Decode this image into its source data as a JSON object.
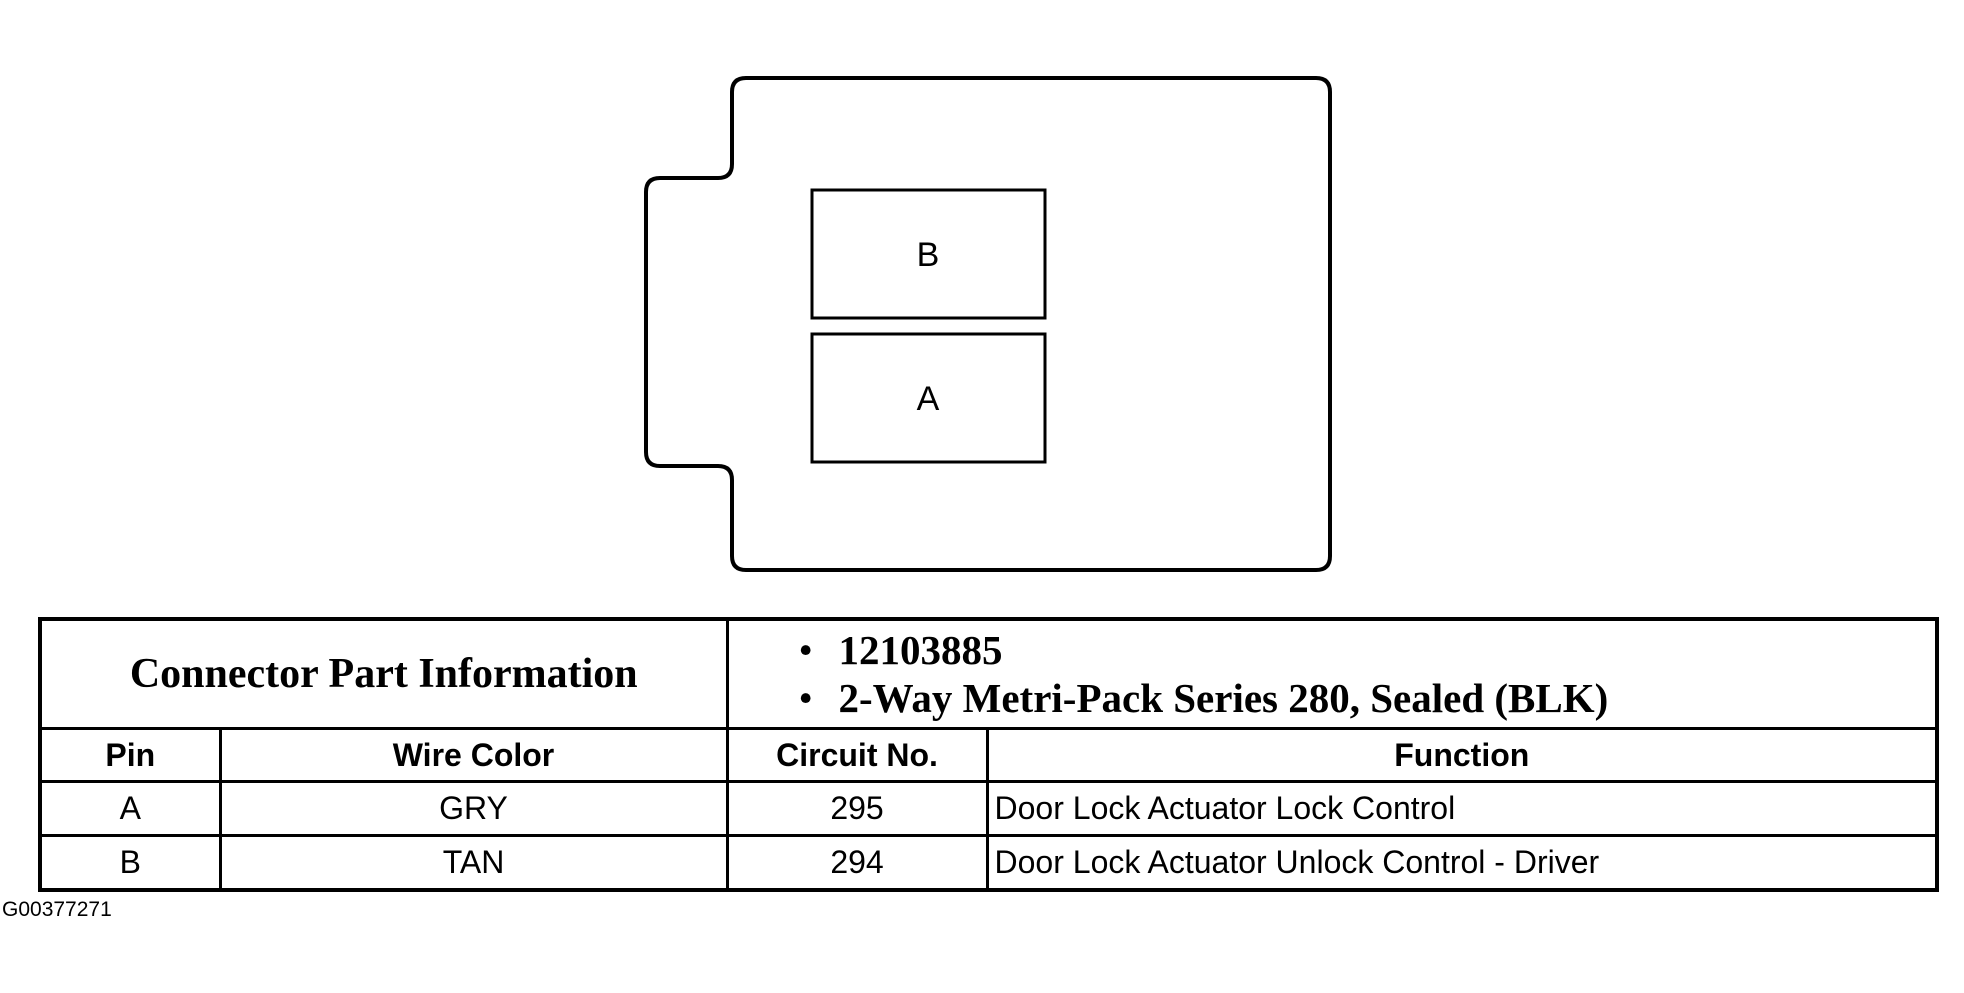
{
  "connector": {
    "cavities": [
      {
        "pin": "B"
      },
      {
        "pin": "A"
      }
    ]
  },
  "part_info": {
    "title": "Connector Part Information",
    "items": [
      "12103885",
      "2-Way Metri-Pack Series 280, Sealed (BLK)"
    ]
  },
  "table": {
    "headers": {
      "pin": "Pin",
      "wire_color": "Wire Color",
      "circuit": "Circuit No.",
      "function": "Function"
    },
    "rows": [
      {
        "pin": "A",
        "wire_color": "GRY",
        "circuit": "295",
        "function": "Door Lock Actuator Lock Control"
      },
      {
        "pin": "B",
        "wire_color": "TAN",
        "circuit": "294",
        "function": "Door Lock Actuator Unlock Control - Driver"
      }
    ]
  },
  "figure_id": "G00377271"
}
